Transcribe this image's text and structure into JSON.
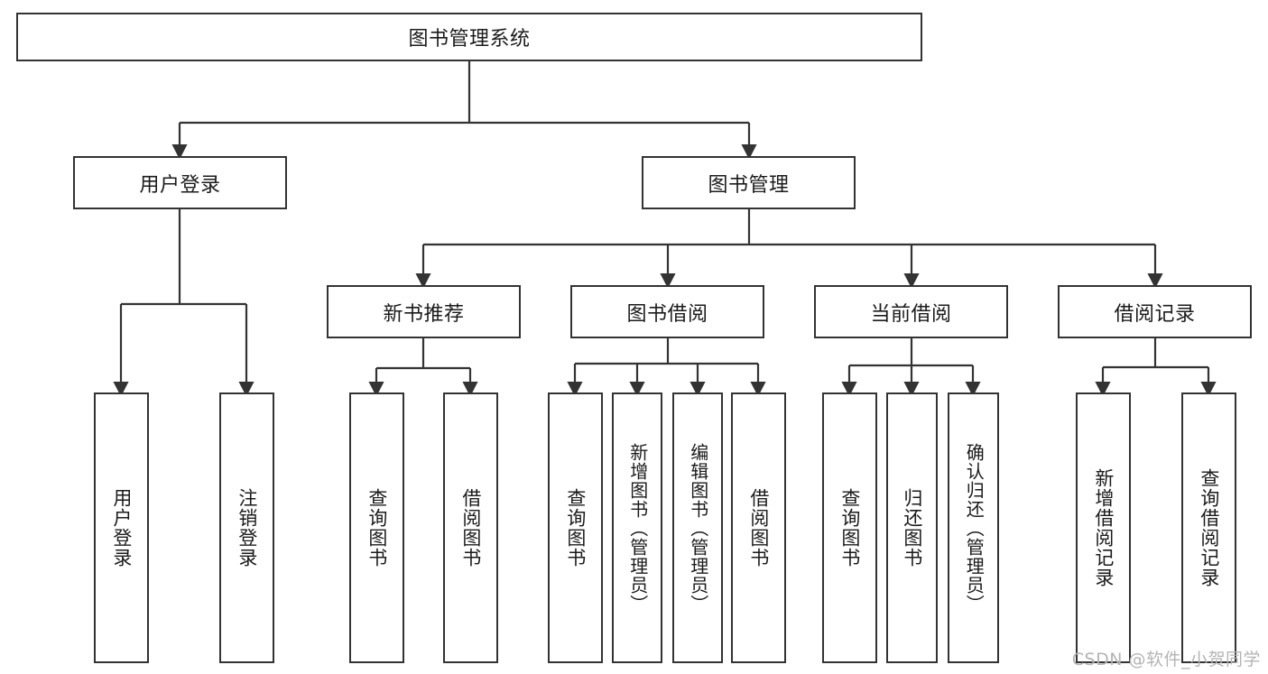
{
  "diagram": {
    "title": "图书管理系统",
    "type": "tree-hierarchy",
    "watermark": "CSDN @软件_小贺同学",
    "colors": {
      "background": "#ffffff",
      "node_border": "#333333",
      "node_fill": "#ffffff",
      "edge": "#333333",
      "text": "#1b1b1b",
      "watermark": "#b4b4b4"
    },
    "root": {
      "label": "图书管理系统"
    },
    "level2": [
      {
        "label": "用户登录"
      },
      {
        "label": "图书管理"
      }
    ],
    "level3": [
      {
        "label": "新书推荐"
      },
      {
        "label": "图书借阅"
      },
      {
        "label": "当前借阅"
      },
      {
        "label": "借阅记录"
      }
    ],
    "leaves": {
      "user_login": [
        {
          "label": "用户登录"
        },
        {
          "label": "注销登录"
        }
      ],
      "new_book_recommend": [
        {
          "label": "查询图书"
        },
        {
          "label": "借阅图书"
        }
      ],
      "book_borrow": [
        {
          "label": "查询图书"
        },
        {
          "label": "新增图书（管理员）"
        },
        {
          "label": "编辑图书（管理员）"
        },
        {
          "label": "借阅图书"
        }
      ],
      "current_borrow": [
        {
          "label": "查询图书"
        },
        {
          "label": "归还图书"
        },
        {
          "label": "确认归还（管理员）"
        }
      ],
      "borrow_records": [
        {
          "label": "新增借阅记录"
        },
        {
          "label": "查询借阅记录"
        }
      ]
    }
  }
}
